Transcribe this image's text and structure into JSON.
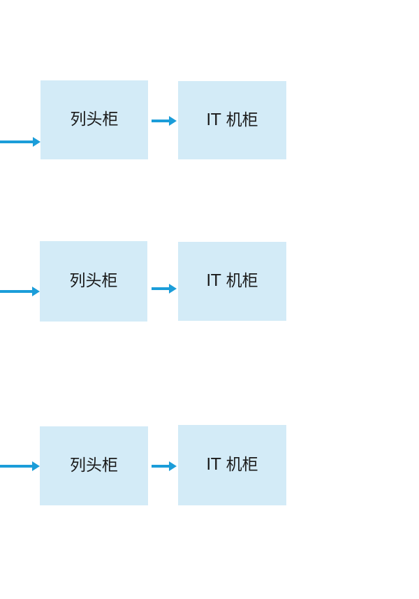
{
  "diagram": {
    "type": "flow-diagram",
    "colors": {
      "arrow": "#1b9dd9",
      "box-fill": "#d3ebf7",
      "text": "#1a1a1a",
      "bg": "#ffffff"
    },
    "rows": [
      {
        "left_label": "列头柜",
        "right_label": "IT 机柜"
      },
      {
        "left_label": "列头柜",
        "right_label": "IT 机柜"
      },
      {
        "left_label": "列头柜",
        "right_label": "IT 机柜"
      }
    ]
  }
}
